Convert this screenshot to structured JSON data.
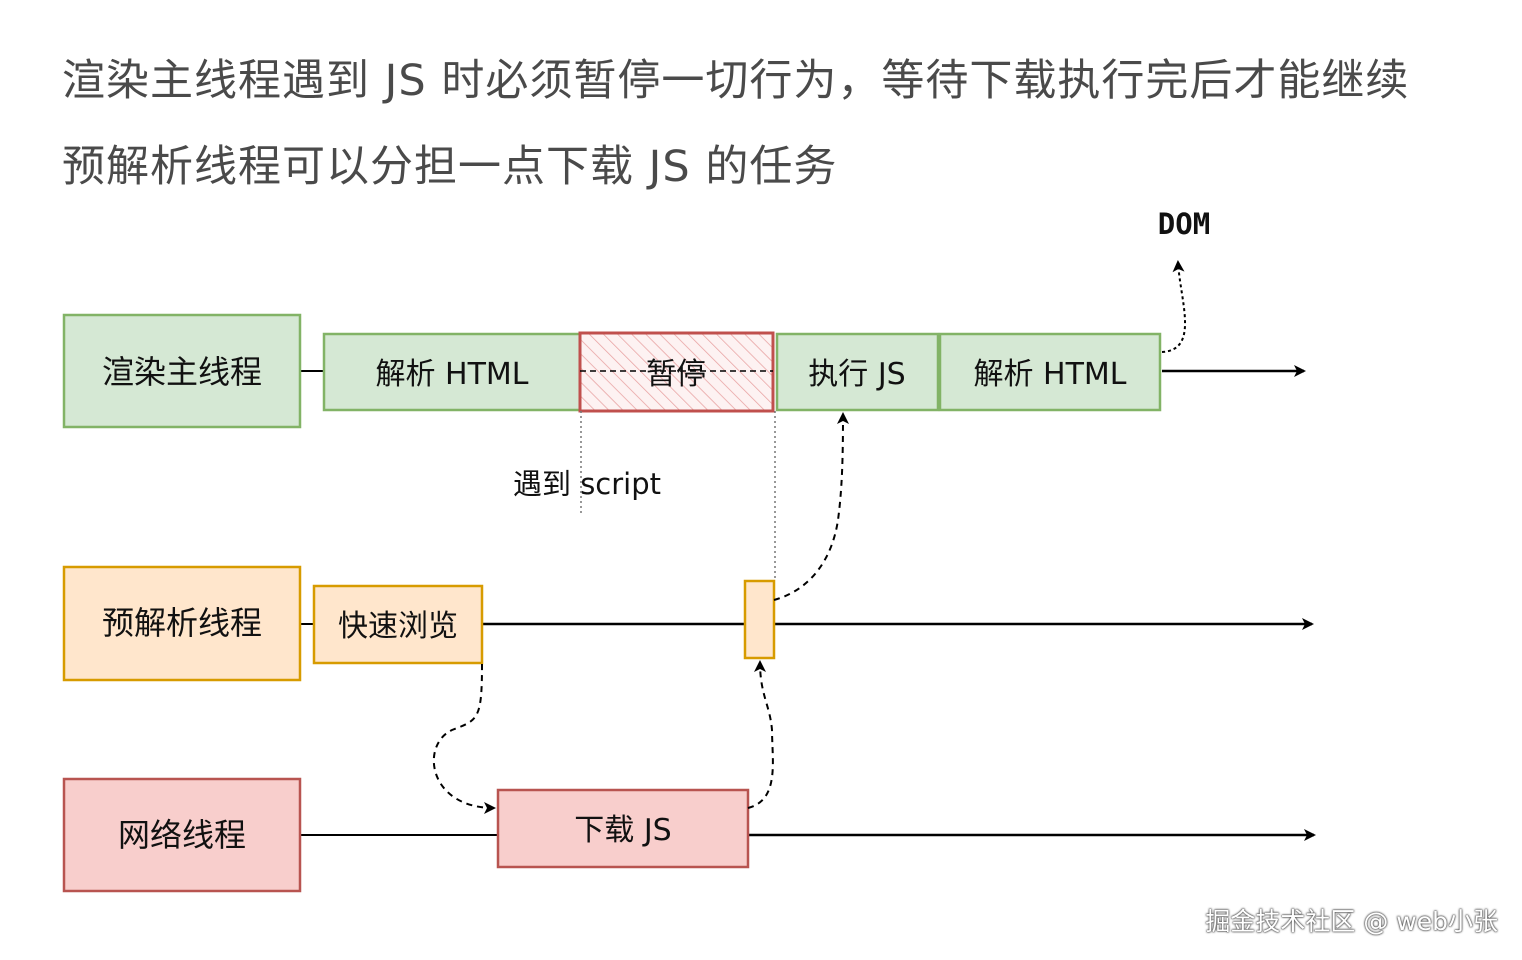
{
  "headings": {
    "line1": "渲染主线程遇到  JS  时必须暂停一切行为，等待下载执行完后才能继续",
    "line2": "预解析线程可以分担一点下载  JS  的任务"
  },
  "threads": {
    "main": "渲染主线程",
    "preparse": "预解析线程",
    "network": "网络线程"
  },
  "main_thread_blocks": {
    "parse_html_1": "解析 HTML",
    "pause": "暂停",
    "exec_js": "执行 JS",
    "parse_html_2": "解析 HTML"
  },
  "preparse_blocks": {
    "fast_browse": "快速浏览"
  },
  "network_blocks": {
    "download_js": "下载 JS"
  },
  "annotations": {
    "meet_script": "遇到 script",
    "dom": "DOM"
  },
  "watermark": "掘金技术社区 @ web小张",
  "colors": {
    "green_fill": "#d5e8d4",
    "green_stroke": "#82b366",
    "orange_fill": "#ffe6cc",
    "orange_stroke": "#d79b00",
    "red_fill": "#f8cecc",
    "red_stroke": "#b85450",
    "pause_hatch": "#e8a0a0",
    "pause_stroke": "#c0504d"
  }
}
